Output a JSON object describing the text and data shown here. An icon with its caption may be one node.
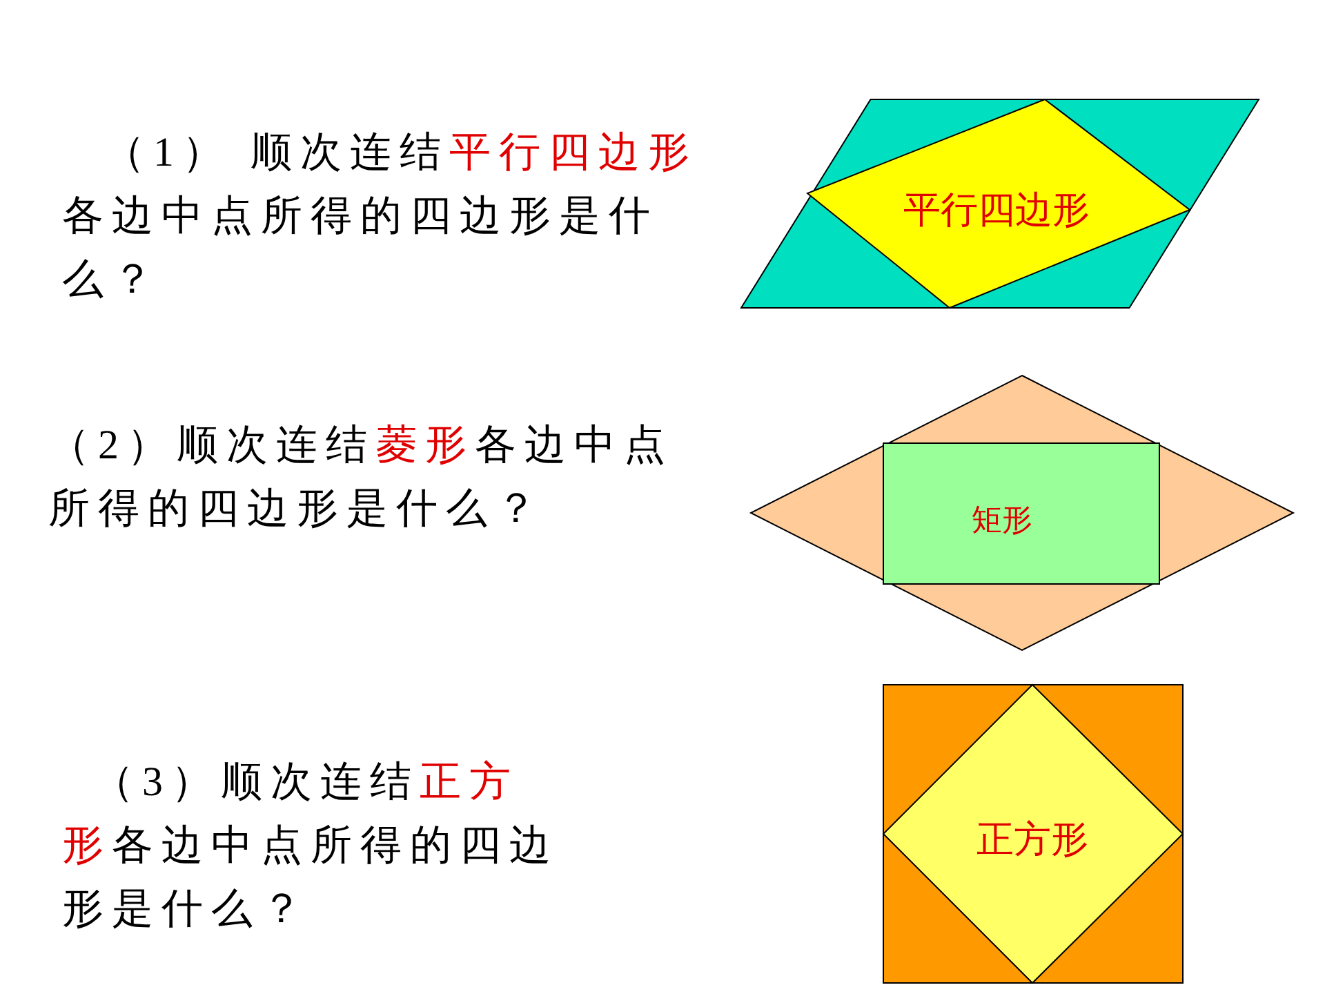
{
  "diagram": {
    "nodes": [
      {
        "text": [],
        "shape": "parallelogram"
      },
      {
        "text": [
          "平行四边形"
        ],
        "in": 0
      },
      {
        "text": [],
        "shape": "diamond"
      },
      {
        "text": [
          "矩形"
        ],
        "in": 2
      },
      {
        "text": [],
        "shape": "box"
      },
      {
        "text": [
          "正方形"
        ],
        "in": 4
      }
    ],
    "edges": [],
    "labels": [
      "（1） 顺次连结**平行四边形**各边中点所得的四边形是什么？",
      "（2）顺次连结**菱形**各边中点所得的四边形是什么？",
      "（3）顺次连结**正方形**各边中点所得的四边形是什么？"
    ]
  }
}
